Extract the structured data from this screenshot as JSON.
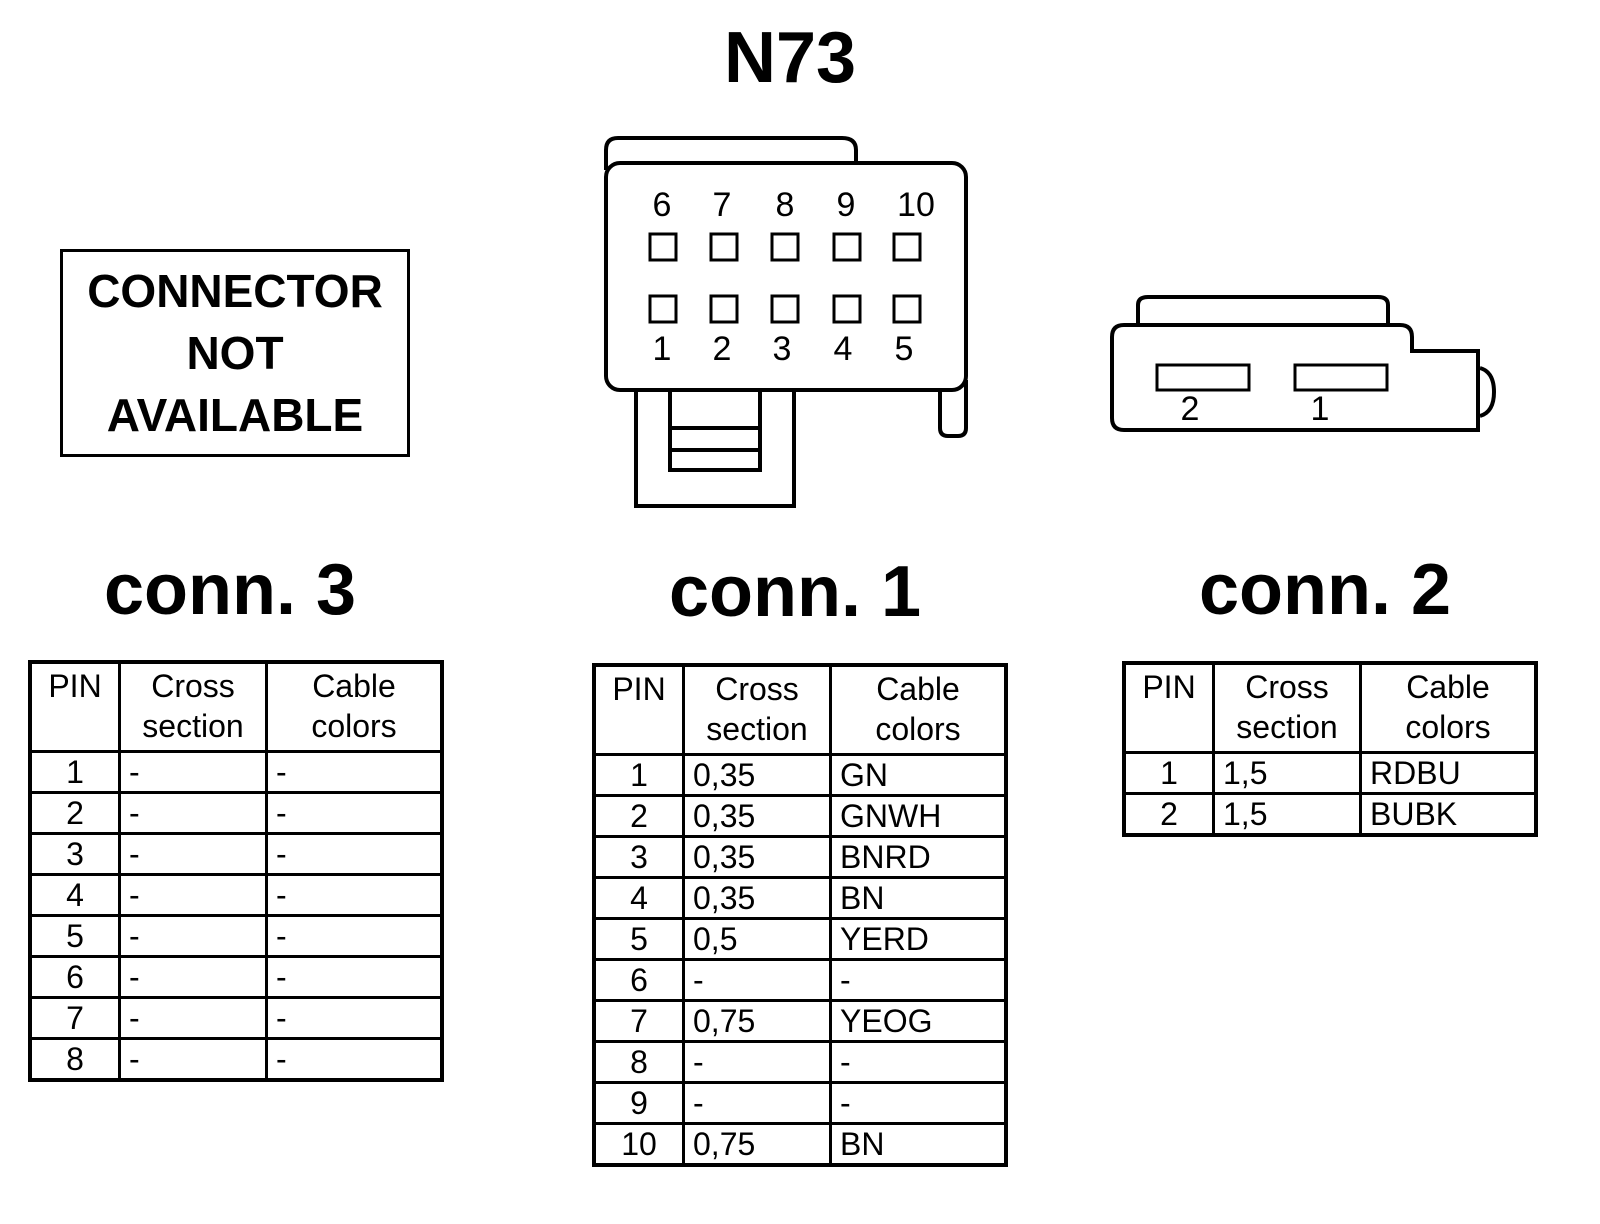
{
  "title": "N73",
  "na_box": [
    "CONNECTOR",
    "NOT",
    "AVAILABLE"
  ],
  "headers": {
    "pin": "PIN",
    "cross": [
      "Cross",
      "section"
    ],
    "cable": [
      "Cable",
      "colors"
    ]
  },
  "conn3": {
    "label": "conn. 3",
    "rows": [
      {
        "pin": "1",
        "cs": "-",
        "color": "-"
      },
      {
        "pin": "2",
        "cs": "-",
        "color": "-"
      },
      {
        "pin": "3",
        "cs": "-",
        "color": "-"
      },
      {
        "pin": "4",
        "cs": "-",
        "color": "-"
      },
      {
        "pin": "5",
        "cs": "-",
        "color": "-"
      },
      {
        "pin": "6",
        "cs": "-",
        "color": "-"
      },
      {
        "pin": "7",
        "cs": "-",
        "color": "-"
      },
      {
        "pin": "8",
        "cs": "-",
        "color": "-"
      }
    ]
  },
  "conn1": {
    "label": "conn. 1",
    "pins_top": [
      "6",
      "7",
      "8",
      "9",
      "10"
    ],
    "pins_bottom": [
      "1",
      "2",
      "3",
      "4",
      "5"
    ],
    "rows": [
      {
        "pin": "1",
        "cs": "0,35",
        "color": "GN"
      },
      {
        "pin": "2",
        "cs": "0,35",
        "color": "GNWH"
      },
      {
        "pin": "3",
        "cs": "0,35",
        "color": "BNRD"
      },
      {
        "pin": "4",
        "cs": "0,35",
        "color": "BN"
      },
      {
        "pin": "5",
        "cs": "0,5",
        "color": "YERD"
      },
      {
        "pin": "6",
        "cs": "-",
        "color": "-"
      },
      {
        "pin": "7",
        "cs": "0,75",
        "color": "YEOG"
      },
      {
        "pin": "8",
        "cs": "-",
        "color": "-"
      },
      {
        "pin": "9",
        "cs": "-",
        "color": "-"
      },
      {
        "pin": "10",
        "cs": "0,75",
        "color": "BN"
      }
    ]
  },
  "conn2": {
    "label": "conn. 2",
    "pins": [
      "2",
      "1"
    ],
    "rows": [
      {
        "pin": "1",
        "cs": "1,5",
        "color": "RDBU"
      },
      {
        "pin": "2",
        "cs": "1,5",
        "color": "BUBK"
      }
    ]
  }
}
